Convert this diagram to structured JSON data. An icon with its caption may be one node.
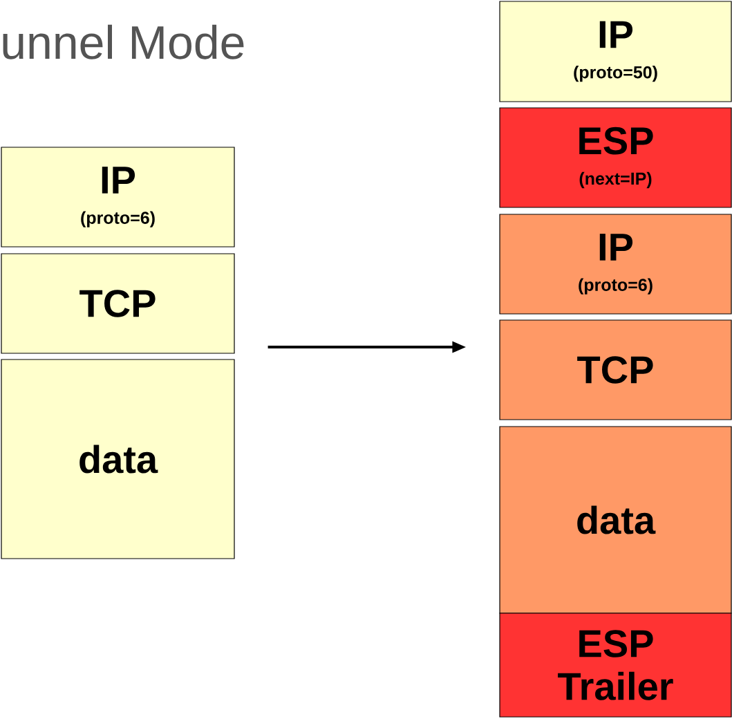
{
  "diagram": {
    "title": "unnel Mode",
    "nodes": [
      {
        "text": [
          "IP",
          "(proto=6)"
        ]
      },
      {
        "text": [
          "TCP"
        ]
      },
      {
        "text": [
          "data"
        ]
      },
      {
        "text": [
          "IP",
          "(proto=50)"
        ]
      },
      {
        "text": [
          "ESP",
          "(next=IP)"
        ]
      },
      {
        "text": [
          "IP",
          "(proto=6)"
        ]
      },
      {
        "text": [
          "TCP"
        ]
      },
      {
        "text": [
          "data"
        ]
      },
      {
        "text": [
          "ESP Trailer"
        ]
      }
    ],
    "edges": [
      {
        "from": 1,
        "to": 6,
        "arrow": "to"
      }
    ]
  }
}
